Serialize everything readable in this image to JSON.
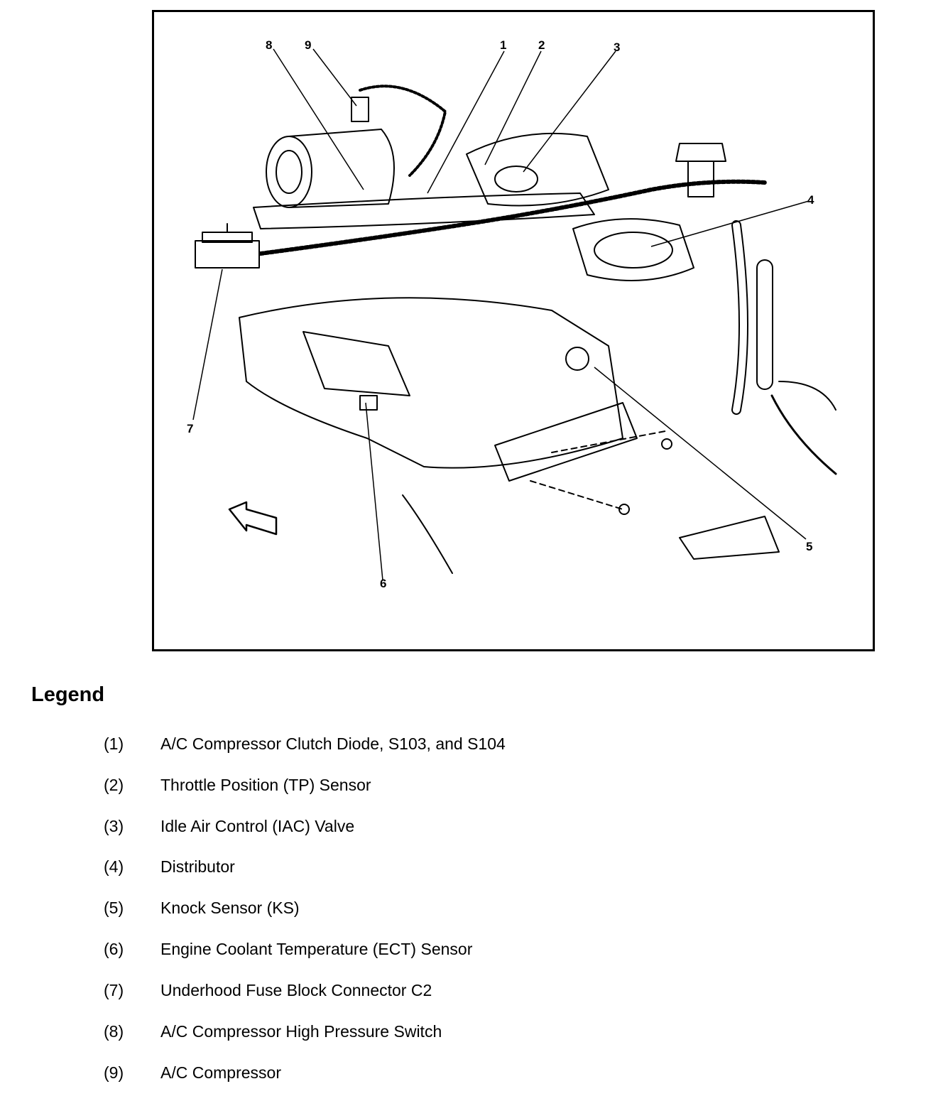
{
  "figure": {
    "callouts": [
      "1",
      "2",
      "3",
      "4",
      "5",
      "6",
      "7",
      "8",
      "9"
    ]
  },
  "legend": {
    "title": "Legend",
    "items": [
      {
        "num": "(1)",
        "text": "A/C Compressor Clutch Diode, S103, and S104"
      },
      {
        "num": "(2)",
        "text": "Throttle Position (TP) Sensor"
      },
      {
        "num": "(3)",
        "text": "Idle Air Control (IAC) Valve"
      },
      {
        "num": "(4)",
        "text": "Distributor"
      },
      {
        "num": "(5)",
        "text": "Knock Sensor (KS)"
      },
      {
        "num": "(6)",
        "text": "Engine Coolant Temperature (ECT) Sensor"
      },
      {
        "num": "(7)",
        "text": "Underhood Fuse Block Connector C2"
      },
      {
        "num": "(8)",
        "text": "A/C Compressor High Pressure Switch"
      },
      {
        "num": "(9)",
        "text": "A/C Compressor"
      }
    ]
  }
}
